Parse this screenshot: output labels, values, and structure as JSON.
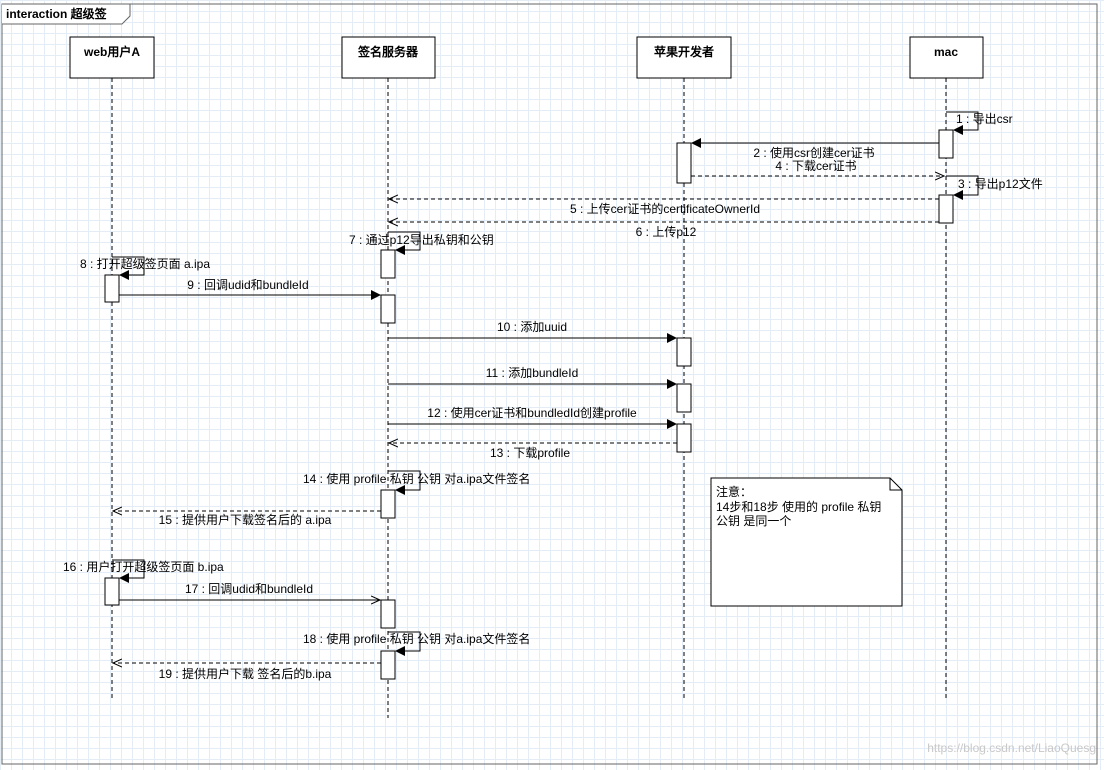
{
  "frame": {
    "title": "interaction 超级签"
  },
  "lifelines": [
    {
      "id": "A",
      "title": "web用户A"
    },
    {
      "id": "S",
      "title": "签名服务器"
    },
    {
      "id": "D",
      "title": "苹果开发者"
    },
    {
      "id": "M",
      "title": "mac"
    }
  ],
  "messages": [
    {
      "label": "1 : 导出csr",
      "from": "M",
      "to": "M",
      "style": "sync"
    },
    {
      "label": "2 : 使用csr创建cer证书",
      "from": "M",
      "to": "D",
      "style": "sync"
    },
    {
      "label": "4 : 下载cer证书",
      "from": "D",
      "to": "M",
      "style": "reply"
    },
    {
      "label": "3 : 导出p12文件",
      "from": "M",
      "to": "M",
      "style": "sync"
    },
    {
      "label": "5 : 上传cer证书的certificateOwnerId",
      "from": "M",
      "to": "S",
      "style": "reply"
    },
    {
      "label": "6 : 上传p12",
      "from": "M",
      "to": "S",
      "style": "reply"
    },
    {
      "label": "7 : 通过p12导出私钥和公钥",
      "from": "S",
      "to": "S",
      "style": "sync"
    },
    {
      "label": "8 : 打开超级签页面 a.ipa",
      "from": "A",
      "to": "A",
      "style": "sync"
    },
    {
      "label": "9 : 回调udid和bundleId",
      "from": "A",
      "to": "S",
      "style": "sync"
    },
    {
      "label": "10 : 添加uuid",
      "from": "S",
      "to": "D",
      "style": "sync"
    },
    {
      "label": "11 : 添加bundleId",
      "from": "S",
      "to": "D",
      "style": "sync"
    },
    {
      "label": "12 : 使用cer证书和bundledId创建profile",
      "from": "S",
      "to": "D",
      "style": "sync"
    },
    {
      "label": "13 : 下载profile",
      "from": "D",
      "to": "S",
      "style": "reply"
    },
    {
      "label": "14 : 使用 profile  私钥 公钥 对a.ipa文件签名",
      "from": "S",
      "to": "S",
      "style": "sync"
    },
    {
      "label": "15 : 提供用户下载签名后的 a.ipa",
      "from": "S",
      "to": "A",
      "style": "reply"
    },
    {
      "label": "16 : 用户打开超级签页面 b.ipa",
      "from": "A",
      "to": "A",
      "style": "sync"
    },
    {
      "label": "17 : 回调udid和bundleId",
      "from": "A",
      "to": "S",
      "style": "sync"
    },
    {
      "label": "18 : 使用 profile  私钥 公钥 对a.ipa文件签名",
      "from": "S",
      "to": "S",
      "style": "sync"
    },
    {
      "label": "19 : 提供用户下载 签名后的b.ipa",
      "from": "S",
      "to": "A",
      "style": "reply"
    }
  ],
  "note": {
    "title": "注意：",
    "line1": "14步和18步 使用的 profile 私钥",
    "line2": "公钥 是同一个"
  },
  "watermark": "https://blog.csdn.net/LiaoQuesg"
}
